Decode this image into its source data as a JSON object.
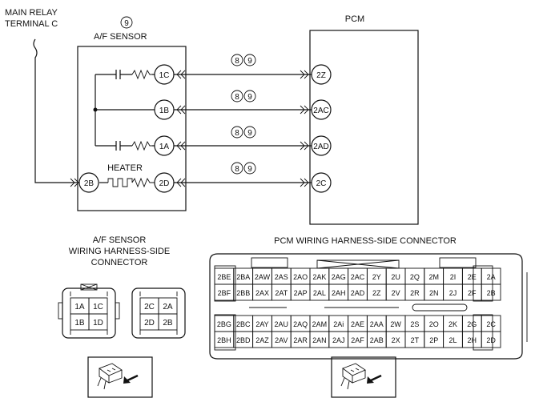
{
  "labels": {
    "main_relay_line1": "MAIN RELAY",
    "main_relay_line2": "TERMINAL C",
    "sensor_title": "A/F SENSOR",
    "sensor_ref": "9",
    "pcm": "PCM",
    "heater": "HEATER"
  },
  "sensor_pins": [
    "1C",
    "1B",
    "1A",
    "2D",
    "2B"
  ],
  "pcm_pins": [
    "2Z",
    "2AC",
    "2AD",
    "2C"
  ],
  "wire_refs": [
    "8",
    "9"
  ],
  "af_connector": {
    "title_lines": [
      "A/F SENSOR",
      "WIRING HARNESS-SIDE",
      "CONNECTOR"
    ],
    "left_block": [
      [
        "1A",
        "1C"
      ],
      [
        "1B",
        "1D"
      ]
    ],
    "right_block": [
      [
        "2C",
        "2A"
      ],
      [
        "2D",
        "2B"
      ]
    ]
  },
  "pcm_connector": {
    "title": "PCM WIRING HARNESS-SIDE CONNECTOR",
    "upper_row1": [
      "2BE",
      "2BA",
      "2AW",
      "2AS",
      "2AO",
      "2AK",
      "2AG",
      "2AC",
      "2Y",
      "2U",
      "2Q",
      "2M",
      "2I",
      "2E",
      "2A"
    ],
    "upper_row2": [
      "2BF",
      "2BB",
      "2AX",
      "2AT",
      "2AP",
      "2AL",
      "2AH",
      "2AD",
      "2Z",
      "2V",
      "2R",
      "2N",
      "2J",
      "2F",
      "2B"
    ],
    "lower_row1": [
      "2BG",
      "2BC",
      "2AY",
      "2AU",
      "2AQ",
      "2AM",
      "2Ai",
      "2AE",
      "2AA",
      "2W",
      "2S",
      "2O",
      "2K",
      "2G",
      "2C"
    ],
    "lower_row2": [
      "2BH",
      "2BD",
      "2AZ",
      "2AV",
      "2AR",
      "2AN",
      "2AJ",
      "2AF",
      "2AB",
      "2X",
      "2T",
      "2P",
      "2L",
      "2H",
      "2D"
    ]
  }
}
